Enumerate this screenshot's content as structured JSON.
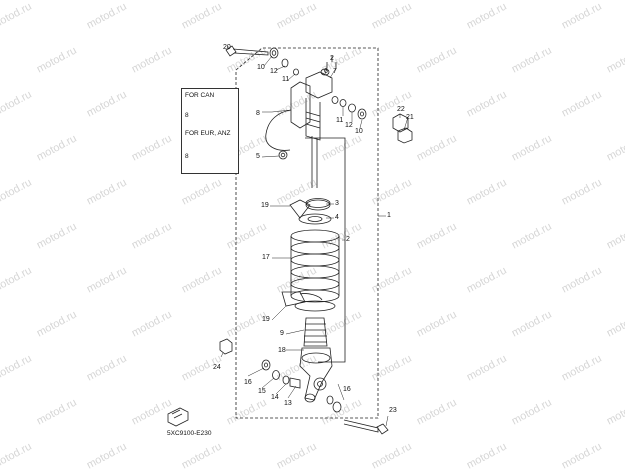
{
  "watermark": "motod.ru",
  "diagram_code": "5XC9100-E230",
  "legend": {
    "can_title": "FOR CAN",
    "eur_title": "FOR EUR, ANZ",
    "can_part": "8",
    "eur_part": "8"
  },
  "callouts": {
    "c1": "1",
    "c2a": "2",
    "c2b": "2",
    "c3": "3",
    "c4": "4",
    "c5": "5",
    "c6": "6",
    "c7": "7",
    "c8": "8",
    "c9": "9",
    "c10a": "10",
    "c10b": "10",
    "c11a": "11",
    "c11b": "11",
    "c12a": "12",
    "c12b": "12",
    "c13": "13",
    "c14": "14",
    "c15": "15",
    "c16a": "16",
    "c16b": "16",
    "c17": "17",
    "c18": "18",
    "c19a": "19",
    "c19b": "19",
    "c20": "20",
    "c21": "21",
    "c22": "22",
    "c23": "23",
    "c24": "24"
  },
  "colors": {
    "line": "#222222",
    "watermark": "#d6d6d6"
  }
}
